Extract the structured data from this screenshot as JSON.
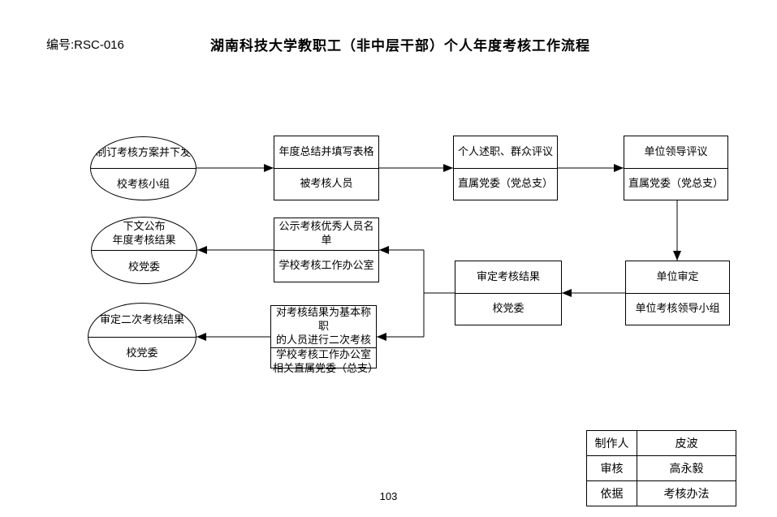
{
  "page": {
    "doc_number": "编号:RSC-016",
    "title": "湖南科技大学教职工（非中层干部）个人年度考核工作流程",
    "page_number": "103"
  },
  "flowchart": {
    "nodes": {
      "n1": {
        "shape": "ellipse",
        "top": [
          "制订考核方案并下发"
        ],
        "bottom": [
          "校考核小组"
        ]
      },
      "n2": {
        "shape": "rect",
        "top": [
          "年度总结并填写表格"
        ],
        "bottom": [
          "被考核人员"
        ]
      },
      "n3": {
        "shape": "rect",
        "top": [
          "个人述职、群众评议"
        ],
        "bottom": [
          "直属党委（党总支）"
        ]
      },
      "n4": {
        "shape": "rect",
        "top": [
          "单位领导评议"
        ],
        "bottom": [
          "直属党委（党总支）"
        ]
      },
      "n5": {
        "shape": "ellipse",
        "top": [
          "下文公布",
          "年度考核结果"
        ],
        "bottom": [
          "校党委"
        ]
      },
      "n6": {
        "shape": "rect",
        "top": [
          "公示考核优秀人员名单"
        ],
        "bottom": [
          "学校考核工作办公室"
        ]
      },
      "n7": {
        "shape": "rect",
        "top": [
          "审定考核结果"
        ],
        "bottom": [
          "校党委"
        ]
      },
      "n8": {
        "shape": "rect",
        "top": [
          "单位审定"
        ],
        "bottom": [
          "单位考核领导小组"
        ]
      },
      "n9": {
        "shape": "ellipse",
        "top": [
          "审定二次考核结果"
        ],
        "bottom": [
          "校党委"
        ]
      },
      "n10": {
        "shape": "rect",
        "top": [
          "对考核结果为基本称职",
          "的人员进行二次考核"
        ],
        "bottom": [
          "学校考核工作办公室",
          "相关直属党委（总支）"
        ]
      }
    }
  },
  "signoff": {
    "rows": [
      {
        "label": "制作人",
        "value": "皮波"
      },
      {
        "label": "审核",
        "value": "高永毅"
      },
      {
        "label": "依据",
        "value": "考核办法"
      }
    ]
  },
  "colors": {
    "ink": "#000000",
    "paper": "#ffffff"
  }
}
